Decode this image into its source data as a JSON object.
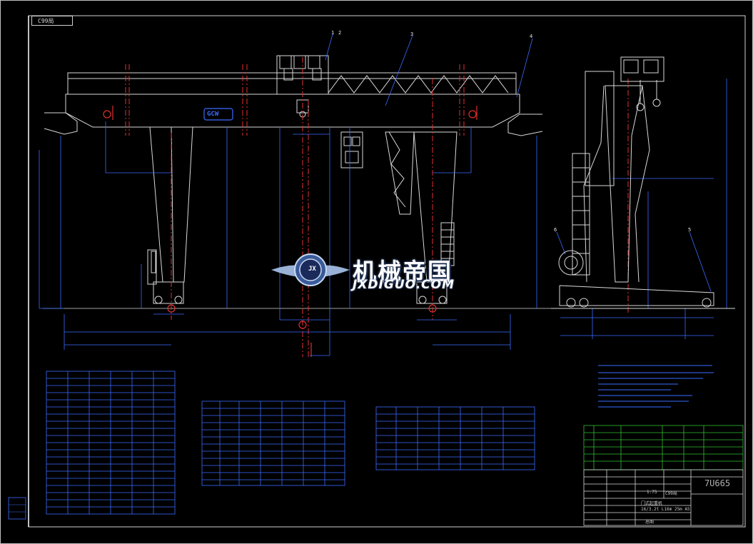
{
  "drawing": {
    "code_tag": "C99局",
    "drawing_number": "7U665",
    "scale": "1:75",
    "sheet_ref": "C99局",
    "part_numbers": [
      "1",
      "2",
      "3",
      "4",
      "5",
      "6"
    ],
    "title_line_1": "门式起重机",
    "title_line_2": "16/3.2t L16m 25m A5",
    "title_line_3": "总图",
    "girder_badge": "GCW"
  },
  "watermark": {
    "brand_cn": "机械帝国",
    "brand_url": "JXDIGUO.COM",
    "logo_initials": "JX"
  },
  "colors": {
    "background": "#000000",
    "line_white": "#d8d8d8",
    "dim_blue": "#3a6cff",
    "center_red": "#e03030",
    "table_green": "#30c030",
    "accent_cyan": "#00d8ff"
  }
}
